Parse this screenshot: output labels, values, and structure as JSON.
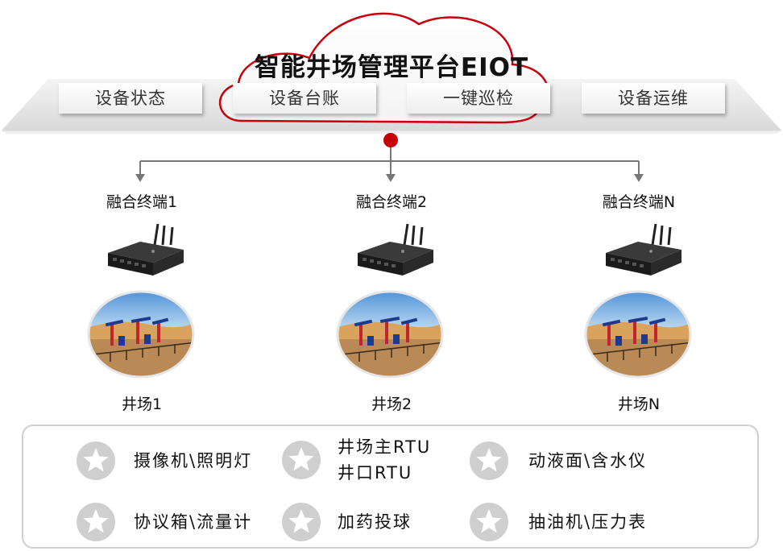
{
  "platform": {
    "title": "智能井场管理平台EIOT",
    "menu": [
      "设备状态",
      "设备台账",
      "一键巡检",
      "设备运维"
    ]
  },
  "terminals": [
    "融合终端1",
    "融合终端2",
    "融合终端N"
  ],
  "sites": [
    "井场1",
    "井场2",
    "井场N"
  ],
  "devices": [
    "摄像机\\照明灯",
    "井场主RTU\n井口RTU",
    "动液面\\含水仪",
    "协议箱\\流量计",
    "加药投球",
    "抽油机\\压力表"
  ],
  "icons": {
    "terminal": "router-icon",
    "site": "oil-pumpjack-icon",
    "device": "star-icon"
  },
  "colors": {
    "accent": "#c8000a",
    "connector": "#777777",
    "star_circle": "#cfcfcf"
  }
}
